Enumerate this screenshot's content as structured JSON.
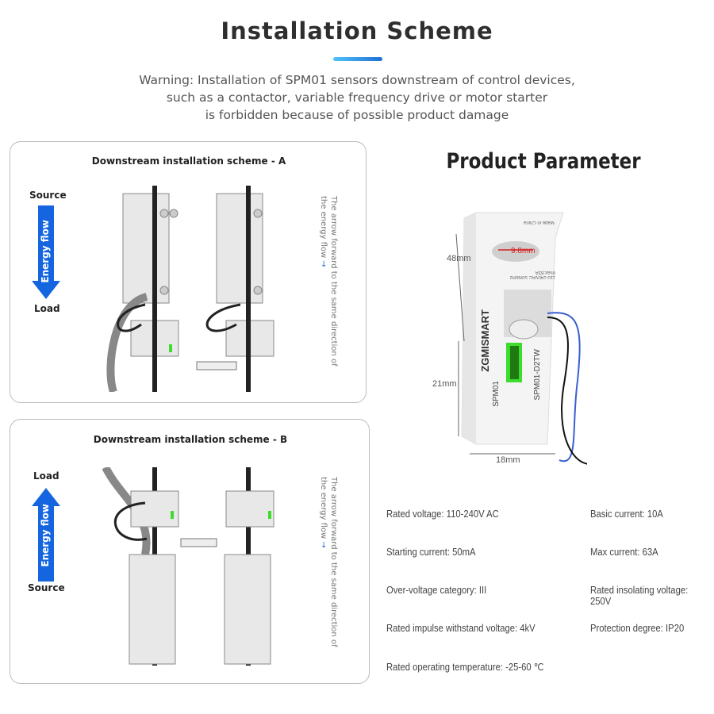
{
  "header": {
    "title": "Installation Scheme",
    "warning_lines": [
      "Warning: Installation of SPM01 sensors downstream of control devices,",
      "such as a contactor, variable frequency drive or motor starter",
      "is forbidden because of possible product damage"
    ]
  },
  "scheme_a": {
    "title": "Downstream installation scheme - A",
    "top_label": "Source",
    "bottom_label": "Load",
    "arrow_label": "Energy flow",
    "note": "The arrow forward to the same direction of the energy flow",
    "arrow_glyph": "→"
  },
  "scheme_b": {
    "title": "Downstream installation scheme - B",
    "top_label": "Load",
    "bottom_label": "Source",
    "arrow_label": "Energy flow",
    "note": "The arrow forward to the same direction of the energy flow",
    "arrow_glyph": "→"
  },
  "product": {
    "title": "Product Parameter",
    "dim_height": "48mm",
    "dim_depth": "21mm",
    "dim_width": "18mm",
    "hole": "9.8mm",
    "brand": "ZGMISMART",
    "model": "SPM01",
    "model_full": "SPM01-D2TW",
    "made_in": "Made in China",
    "rating": "110-240VAC 50/60Hz Imax:63A"
  },
  "specs": [
    [
      "Rated voltage: 110-240V AC",
      "Basic current: 10A"
    ],
    [
      "Starting current: 50mA",
      "Max current: 63A"
    ],
    [
      "Over-voltage category: III",
      "Rated insolating voltage: 250V"
    ],
    [
      "Rated impulse withstand voltage: 4kV",
      "Protection degree: IP20"
    ],
    [
      "Rated operating temperature: -25-60 ℃",
      ""
    ]
  ],
  "colors": {
    "accent": "#1e6fd9",
    "arrow": "#1565e0",
    "green": "#3ddc2e",
    "hole": "#d62020"
  }
}
